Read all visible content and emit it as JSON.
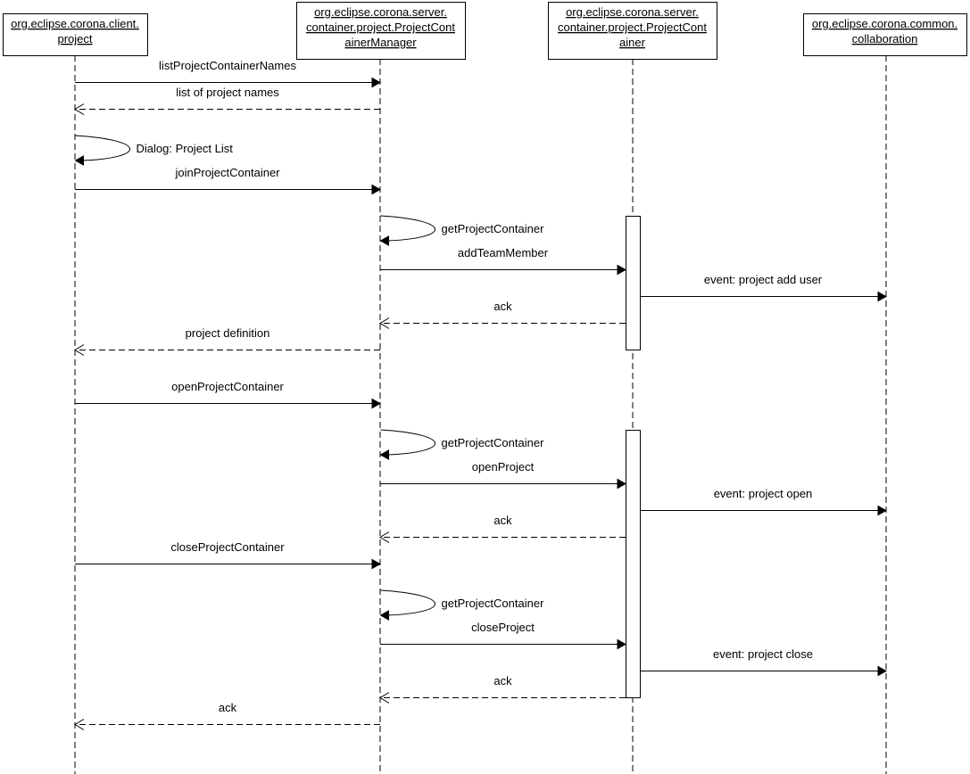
{
  "participants": [
    {
      "id": "client",
      "lines": [
        "org.eclipse.corona.client.",
        "project"
      ]
    },
    {
      "id": "manager",
      "lines": [
        "org.eclipse.corona.server.",
        "container.project.ProjectCont",
        "ainerManager"
      ]
    },
    {
      "id": "container",
      "lines": [
        "org.eclipse.corona.server.",
        "container.project.ProjectCont",
        "ainer"
      ]
    },
    {
      "id": "collab",
      "lines": [
        "org.eclipse.corona.common.",
        "collaboration"
      ]
    }
  ],
  "messages": [
    {
      "from": "client",
      "to": "manager",
      "label": "listProjectContainerNames",
      "kind": "call"
    },
    {
      "from": "manager",
      "to": "client",
      "label": "list of project names",
      "kind": "reply"
    },
    {
      "from": "client",
      "to": "client",
      "label": "Dialog: Project List",
      "kind": "self"
    },
    {
      "from": "client",
      "to": "manager",
      "label": "joinProjectContainer",
      "kind": "call"
    },
    {
      "from": "manager",
      "to": "manager",
      "label": "getProjectContainer",
      "kind": "self"
    },
    {
      "from": "manager",
      "to": "container",
      "label": "addTeamMember",
      "kind": "call"
    },
    {
      "from": "container",
      "to": "collab",
      "label": "event: project add user",
      "kind": "call"
    },
    {
      "from": "container",
      "to": "manager",
      "label": "ack",
      "kind": "reply"
    },
    {
      "from": "manager",
      "to": "client",
      "label": "project definition",
      "kind": "reply"
    },
    {
      "from": "client",
      "to": "manager",
      "label": "openProjectContainer",
      "kind": "call"
    },
    {
      "from": "manager",
      "to": "manager",
      "label": "getProjectContainer",
      "kind": "self"
    },
    {
      "from": "manager",
      "to": "container",
      "label": "openProject",
      "kind": "call"
    },
    {
      "from": "container",
      "to": "collab",
      "label": "event: project open",
      "kind": "call"
    },
    {
      "from": "container",
      "to": "manager",
      "label": "ack",
      "kind": "reply"
    },
    {
      "from": "client",
      "to": "manager",
      "label": "closeProjectContainer",
      "kind": "call"
    },
    {
      "from": "manager",
      "to": "manager",
      "label": "getProjectContainer",
      "kind": "self"
    },
    {
      "from": "manager",
      "to": "container",
      "label": "closeProject",
      "kind": "call"
    },
    {
      "from": "container",
      "to": "collab",
      "label": "event: project close",
      "kind": "call"
    },
    {
      "from": "container",
      "to": "manager",
      "label": "ack",
      "kind": "reply"
    },
    {
      "from": "manager",
      "to": "client",
      "label": "ack",
      "kind": "reply"
    }
  ]
}
